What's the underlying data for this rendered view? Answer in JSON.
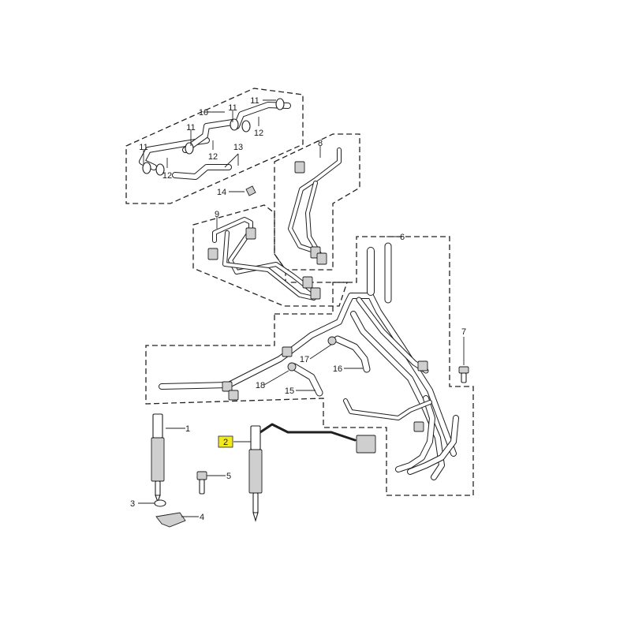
{
  "diagram": {
    "callouts": [
      {
        "id": "c1",
        "label": "1"
      },
      {
        "id": "c2",
        "label": "2",
        "highlight": true
      },
      {
        "id": "c3",
        "label": "3"
      },
      {
        "id": "c4",
        "label": "4"
      },
      {
        "id": "c5",
        "label": "5"
      },
      {
        "id": "c6",
        "label": "6"
      },
      {
        "id": "c7",
        "label": "7"
      },
      {
        "id": "c8",
        "label": "8"
      },
      {
        "id": "c9",
        "label": "9"
      },
      {
        "id": "c10",
        "label": "10"
      },
      {
        "id": "c11a",
        "label": "11"
      },
      {
        "id": "c11b",
        "label": "11"
      },
      {
        "id": "c11c",
        "label": "11"
      },
      {
        "id": "c11d",
        "label": "11"
      },
      {
        "id": "c12a",
        "label": "12"
      },
      {
        "id": "c12b",
        "label": "12"
      },
      {
        "id": "c12c",
        "label": "12"
      },
      {
        "id": "c13",
        "label": "13"
      },
      {
        "id": "c14",
        "label": "14"
      },
      {
        "id": "c15",
        "label": "15"
      },
      {
        "id": "c16",
        "label": "16"
      },
      {
        "id": "c17",
        "label": "17"
      },
      {
        "id": "c18",
        "label": "18"
      }
    ],
    "highlight_color": "#f2ea1e"
  }
}
